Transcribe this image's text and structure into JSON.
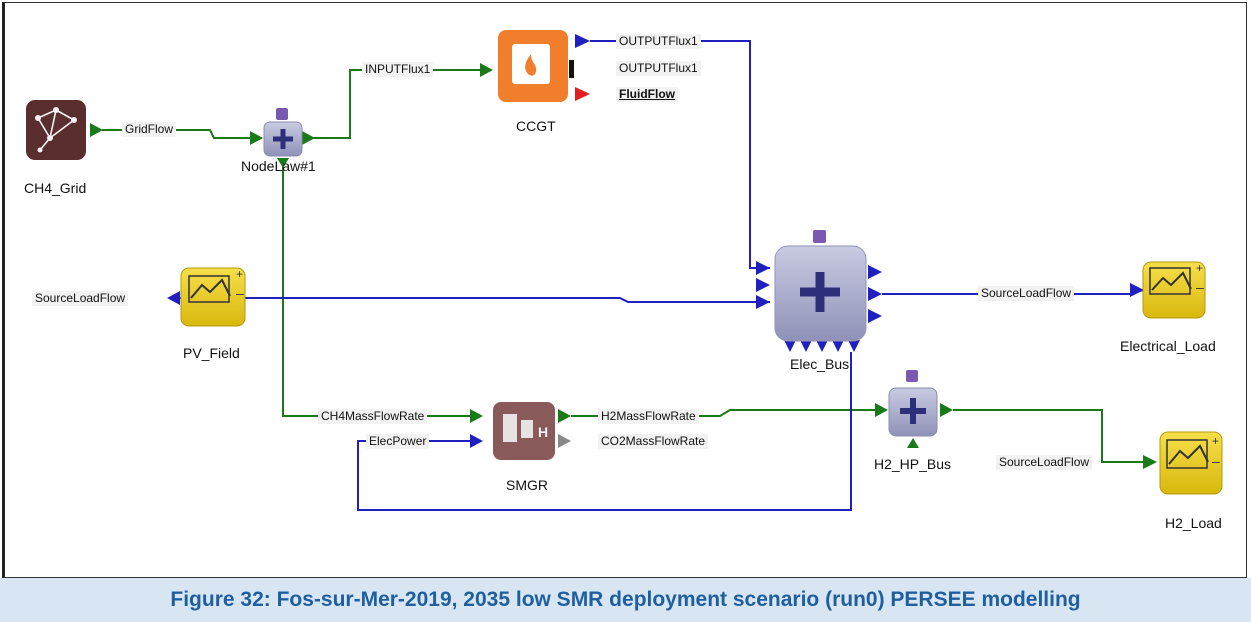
{
  "components": {
    "ch4_grid": "CH4_Grid",
    "nodelaw": "NodeLaw#1",
    "ccgt": "CCGT",
    "pv_field": "PV_Field",
    "elec_bus": "Elec_Bus",
    "electrical_load": "Electrical_Load",
    "smgr": "SMGR",
    "h2_hp_bus": "H2_HP_Bus",
    "h2_load": "H2_Load"
  },
  "ports": {
    "gridflow": "GridFlow",
    "inputflux1": "INPUTFlux1",
    "outputflux1_a": "OUTPUTFlux1",
    "outputflux1_b": "OUTPUTFlux1",
    "fluidflow": "FluidFlow",
    "pv_sourceloadflow": "SourceLoadFlow",
    "elec_sourceloadflow": "SourceLoadFlow",
    "ch4massflowrate": "CH4MassFlowRate",
    "elecpower": "ElecPower",
    "h2massflowrate": "H2MassFlowRate",
    "co2massflowrate": "CO2MassFlowRate",
    "h2_sourceloadflow": "SourceLoadFlow"
  },
  "colors": {
    "gas_link": "#1a7a1a",
    "elec_link": "#2020c0",
    "caption_text": "#1f5f9f",
    "caption_bg": "#d8e6f4"
  },
  "caption": "Figure 32: Fos-sur-Mer-2019, 2035 low SMR deployment scenario (run0) PERSEE modelling"
}
